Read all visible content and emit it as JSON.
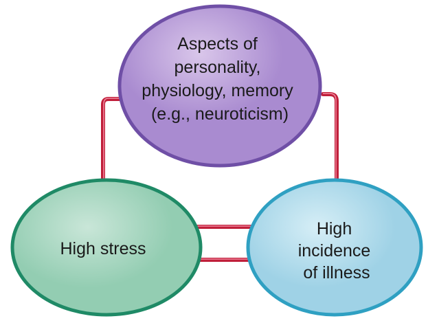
{
  "diagram": {
    "nodes": {
      "top": {
        "lines": [
          "Aspects of",
          "personality,",
          "physiology, memory",
          "(e.g., neuroticism)"
        ],
        "color_light": "#d9c6ea",
        "color_mid": "#a98bd0",
        "color_dark": "#6f4fa6"
      },
      "left": {
        "lines": [
          "High stress"
        ],
        "color_light": "#c9e6d8",
        "color_mid": "#93cdb2",
        "color_dark": "#1f8a66"
      },
      "right": {
        "lines": [
          "High",
          "incidence",
          "of illness"
        ],
        "color_light": "#d6eef6",
        "color_mid": "#9fd2e6",
        "color_dark": "#2fa0c2"
      }
    },
    "arrow_colors": {
      "shaft": "#c01f3a",
      "shaft_highlight": "#f08aa0",
      "head_light": "#f7e27a",
      "head_dark": "#d03a2a"
    }
  }
}
